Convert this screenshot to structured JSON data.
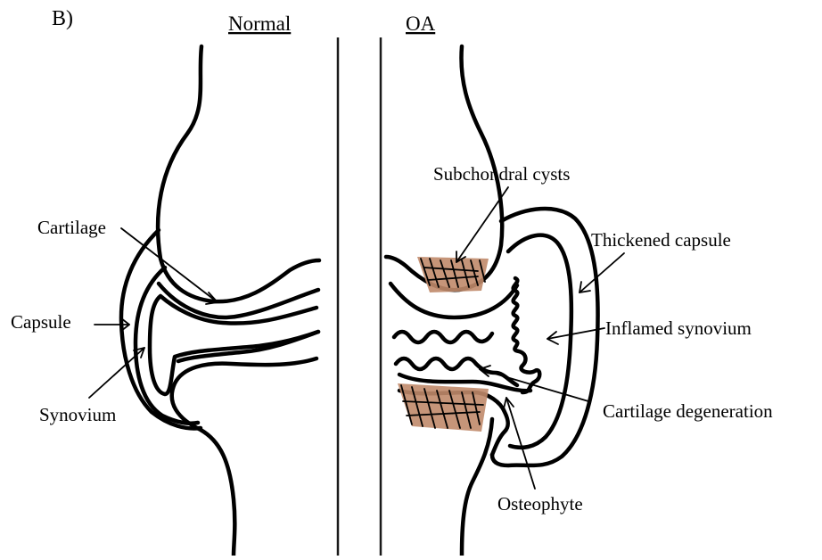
{
  "panel_label": "B)",
  "titles": {
    "normal": "Normal",
    "oa": "OA"
  },
  "normal_labels": {
    "cartilage": "Cartilage",
    "capsule": "Capsule",
    "synovium": "Synovium"
  },
  "oa_labels": {
    "subchondral_cysts": "Subchondral cysts",
    "thickened_capsule": "Thickened capsule",
    "inflamed_synovium": "Inflamed synovium",
    "cartilage_degeneration": "Cartilage degeneration",
    "osteophyte": "Osteophyte"
  },
  "colors": {
    "lesion": "#c08a6a",
    "line": "#000000"
  }
}
